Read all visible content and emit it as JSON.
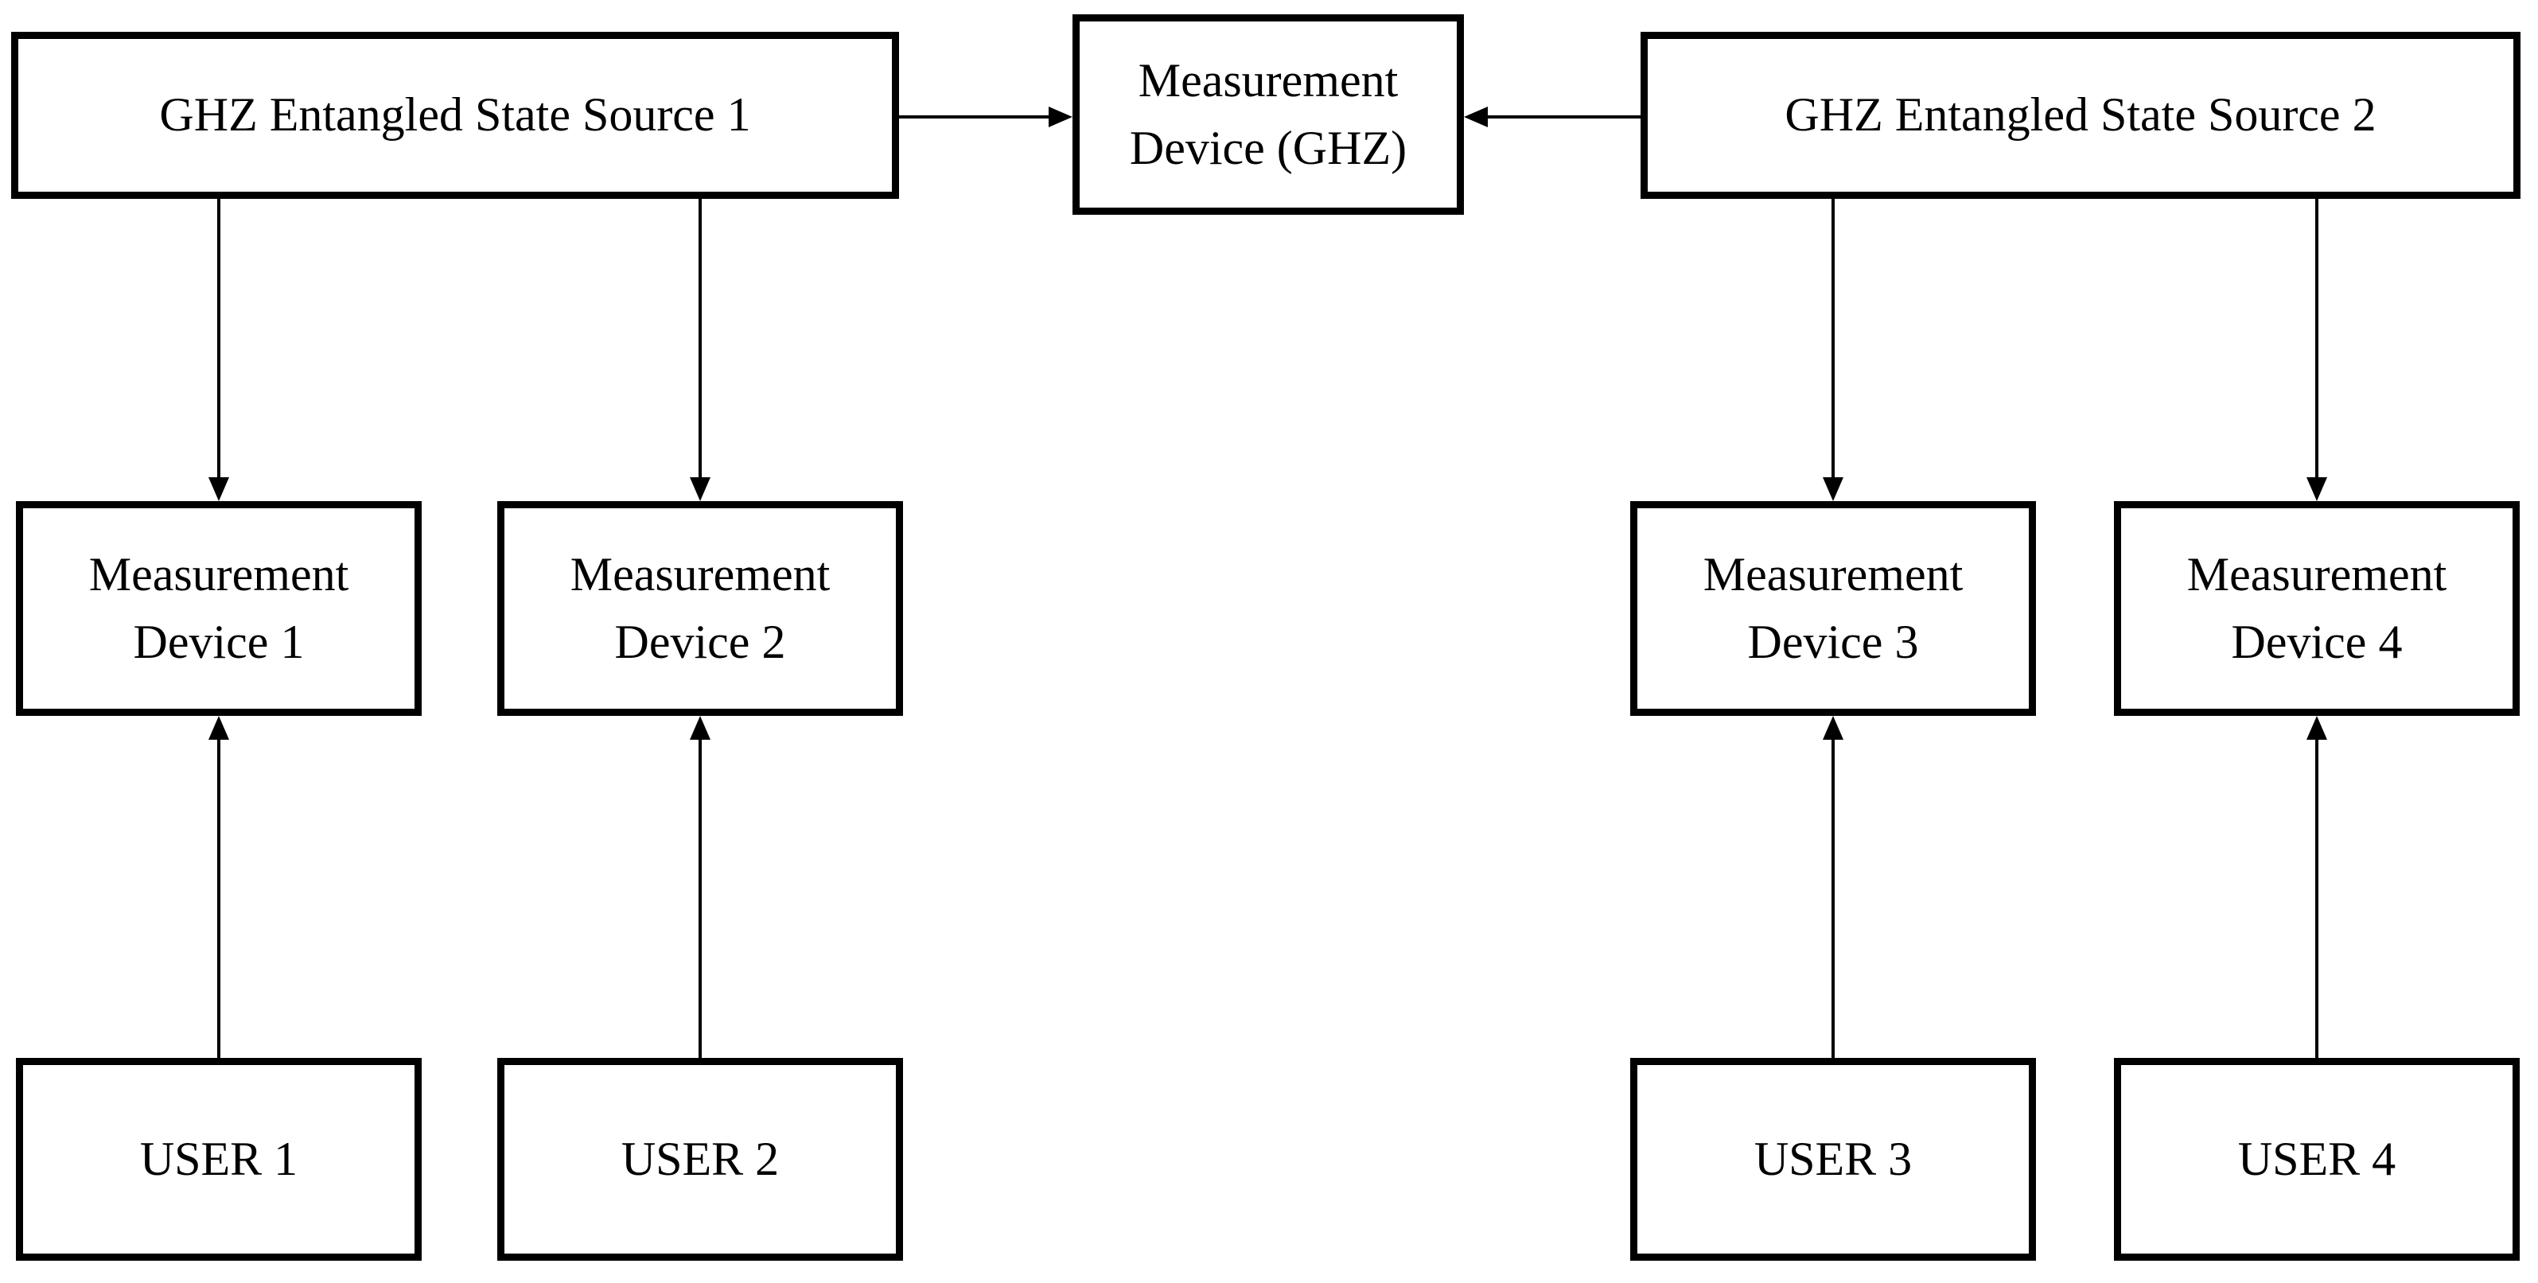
{
  "background": "#ffffff",
  "stroke_color": "#000000",
  "nodes": {
    "source1": {
      "label": "GHZ Entangled State Source 1"
    },
    "ghz_device": {
      "line1": "Measurement",
      "line2": "Device (GHZ)"
    },
    "source2": {
      "label": "GHZ Entangled State Source 2"
    },
    "md1": {
      "line1": "Measurement",
      "line2": "Device 1"
    },
    "md2": {
      "line1": "Measurement",
      "line2": "Device 2"
    },
    "md3": {
      "line1": "Measurement",
      "line2": "Device 3"
    },
    "md4": {
      "line1": "Measurement",
      "line2": "Device 4"
    },
    "user1": {
      "label": "USER 1"
    },
    "user2": {
      "label": "USER 2"
    },
    "user3": {
      "label": "USER 3"
    },
    "user4": {
      "label": "USER 4"
    }
  },
  "edges": [
    {
      "from": "source1",
      "to": "ghz_device",
      "direction": "right"
    },
    {
      "from": "source2",
      "to": "ghz_device",
      "direction": "left"
    },
    {
      "from": "source1",
      "to": "md1",
      "direction": "down"
    },
    {
      "from": "source1",
      "to": "md2",
      "direction": "down"
    },
    {
      "from": "source2",
      "to": "md3",
      "direction": "down"
    },
    {
      "from": "source2",
      "to": "md4",
      "direction": "down"
    },
    {
      "from": "user1",
      "to": "md1",
      "direction": "up"
    },
    {
      "from": "user2",
      "to": "md2",
      "direction": "up"
    },
    {
      "from": "user3",
      "to": "md3",
      "direction": "up"
    },
    {
      "from": "user4",
      "to": "md4",
      "direction": "up"
    }
  ]
}
